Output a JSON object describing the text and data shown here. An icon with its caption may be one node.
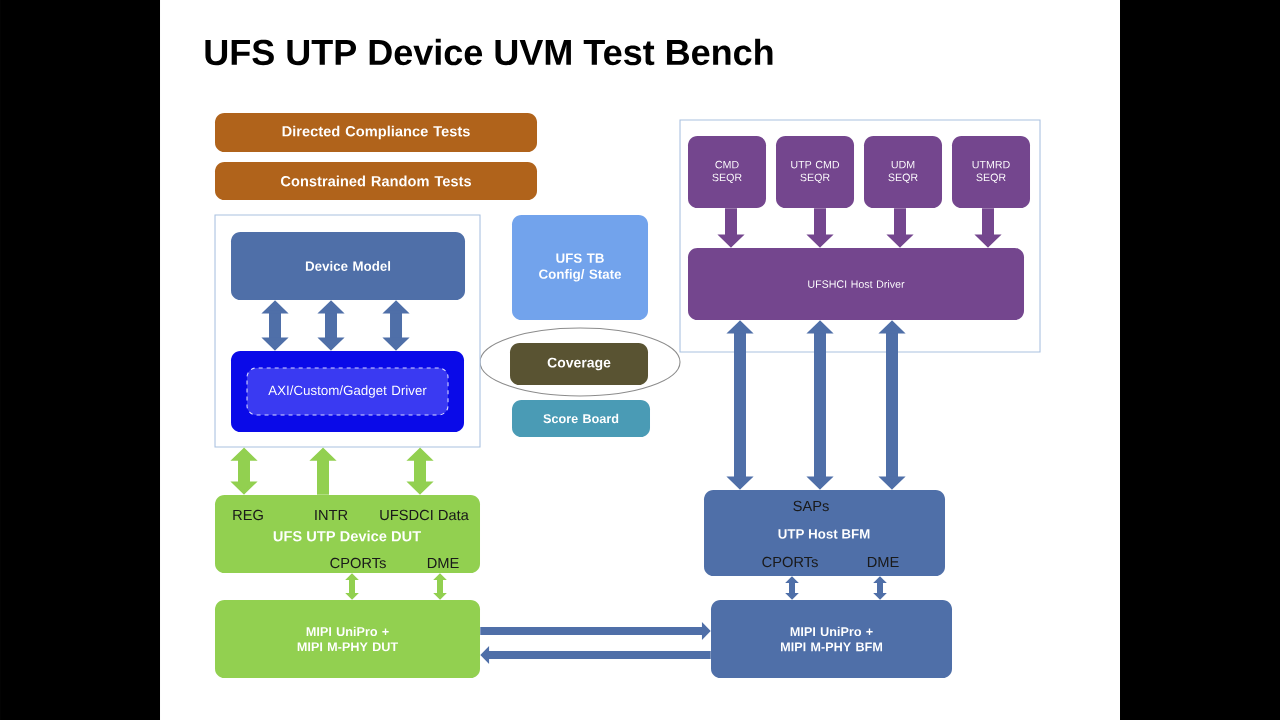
{
  "diagram": {
    "title": "UFS UTP Device UVM Test Bench",
    "nodes": [
      {
        "text": [
          "Directed Compliance Tests"
        ]
      },
      {
        "text": [
          "Constrained Random Tests"
        ]
      },
      {
        "text": [],
        "shape": "box"
      },
      {
        "text": [
          "Device Model"
        ],
        "in": 2
      },
      {
        "text": [],
        "shape": "box",
        "in": 2
      },
      {
        "text": [
          "AXI/Custom/Gadget Driver"
        ],
        "in": 4
      },
      {
        "text": [
          "UFS TB Config/ State"
        ]
      },
      {
        "text": [
          "Coverage"
        ]
      },
      {
        "text": [
          "Score Board"
        ]
      },
      {
        "text": [],
        "shape": "box"
      },
      {
        "text": [
          "CMD SEQR"
        ],
        "in": 9
      },
      {
        "text": [
          "UTP CMD SEQR"
        ],
        "in": 9
      },
      {
        "text": [
          "UDM SEQR"
        ],
        "in": 9
      },
      {
        "text": [
          "UTMRD SEQR"
        ],
        "in": 9
      },
      {
        "text": [
          "UFSHCI Host Driver"
        ],
        "in": 9
      },
      {
        "text": [
          "REG",
          "INTR",
          "UFSDCI Data",
          "UFS UTP Device DUT",
          "CPORTs",
          "DME"
        ]
      },
      {
        "text": [
          "SAPs",
          "UTP Host BFM",
          "CPORTs",
          "DME"
        ]
      },
      {
        "text": [
          "MIPI UniPro + MIPI M-PHY DUT"
        ]
      },
      {
        "text": [
          "MIPI UniPro + MIPI M-PHY BFM"
        ]
      }
    ],
    "edges": [
      {
        "from": 3,
        "to": 4,
        "arrow": "both"
      },
      {
        "from": 3,
        "to": 4,
        "arrow": "both"
      },
      {
        "from": 3,
        "to": 4,
        "arrow": "both"
      },
      {
        "from": 2,
        "to": 15,
        "arrow": "both",
        "color": "#92d050"
      },
      {
        "from": 15,
        "to": 2,
        "arrow": "to",
        "color": "#92d050"
      },
      {
        "from": 2,
        "to": 15,
        "arrow": "both",
        "color": "#92d050"
      },
      {
        "from": 10,
        "to": 14,
        "arrow": "to",
        "color": "#74468e"
      },
      {
        "from": 11,
        "to": 14,
        "arrow": "to",
        "color": "#74468e"
      },
      {
        "from": 12,
        "to": 14,
        "arrow": "to",
        "color": "#74468e"
      },
      {
        "from": 13,
        "to": 14,
        "arrow": "to",
        "color": "#74468e"
      },
      {
        "from": 14,
        "to": 16,
        "arrow": "both"
      },
      {
        "from": 14,
        "to": 16,
        "arrow": "both"
      },
      {
        "from": 14,
        "to": 16,
        "arrow": "both"
      },
      {
        "from": 15,
        "to": 17,
        "arrow": "both",
        "color": "#92d050"
      },
      {
        "from": 15,
        "to": 17,
        "arrow": "both",
        "color": "#92d050"
      },
      {
        "from": 16,
        "to": 18,
        "arrow": "both"
      },
      {
        "from": 16,
        "to": 18,
        "arrow": "both"
      },
      {
        "from": 17,
        "to": 18,
        "arrow": "to"
      },
      {
        "from": 18,
        "to": 17,
        "arrow": "to"
      }
    ]
  }
}
